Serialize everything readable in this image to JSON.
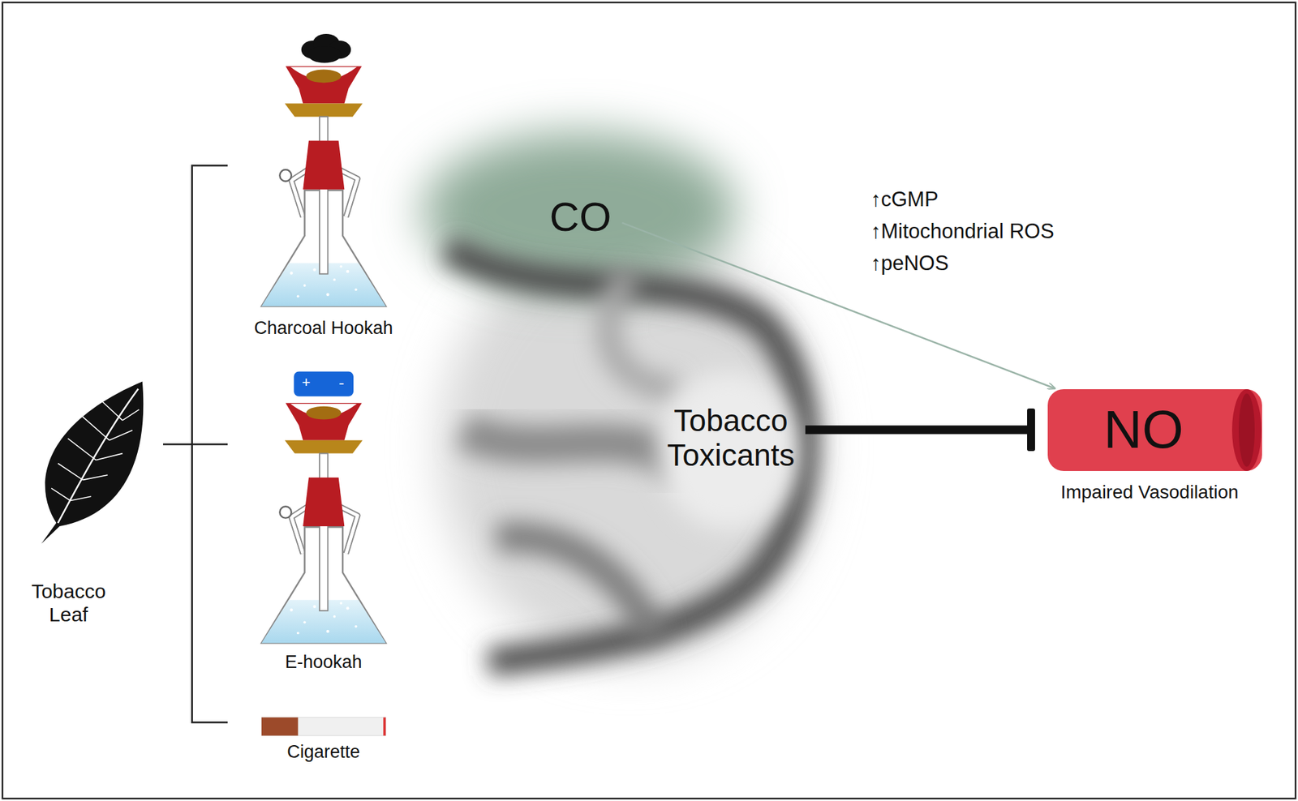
{
  "diagram": {
    "nodes": [
      {
        "text": [
          "CO"
        ]
      },
      {
        "text": [
          "Tobacco Toxicants"
        ]
      },
      {
        "text": [
          "NO",
          "Impaired Vasodilation"
        ]
      }
    ],
    "edges": [
      {
        "from": 0,
        "to": 2,
        "arrow": "to"
      },
      {
        "from": 1,
        "to": 2,
        "arrow": "to"
      }
    ],
    "labels": [
      "Tobacco Leaf",
      "Charcoal Hookah",
      "+",
      "-",
      "E-hookah",
      "Cigarette",
      "↑cGMP",
      "↑Mitochondrial ROS",
      "↑peNOS"
    ]
  }
}
